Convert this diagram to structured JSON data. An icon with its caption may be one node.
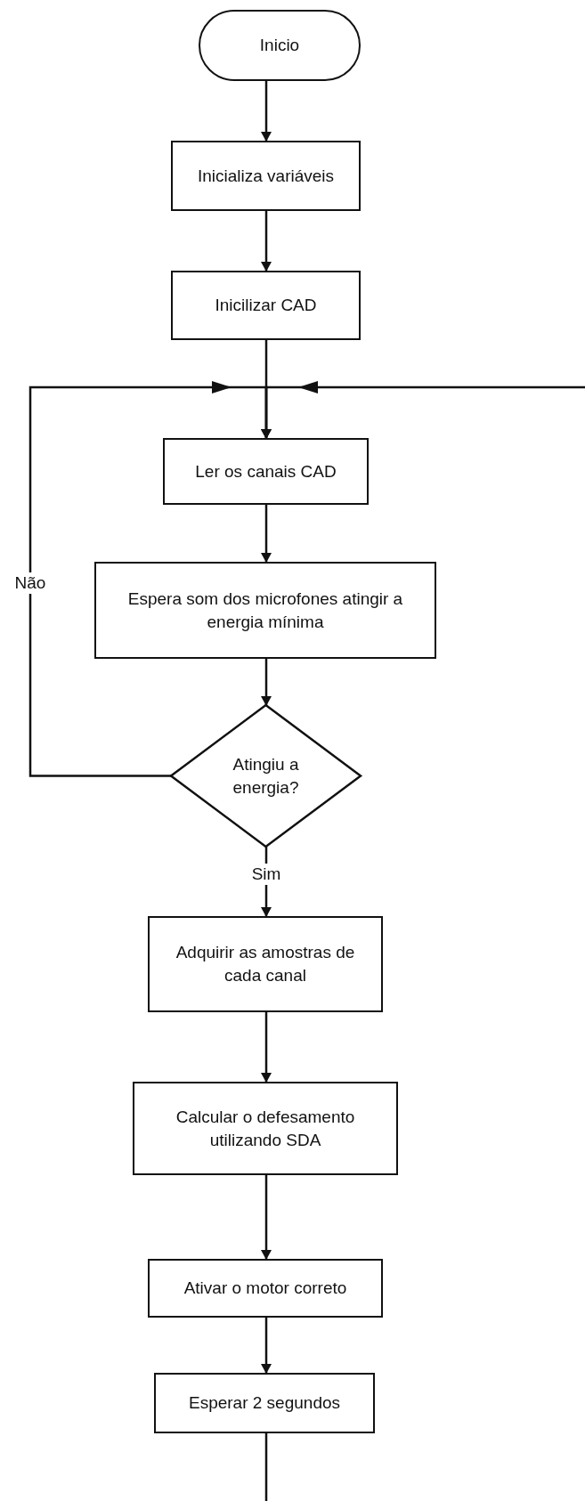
{
  "diagram": {
    "nodes": [
      {
        "text": [
          "Inicio"
        ]
      },
      {
        "text": [
          "Inicializa variáveis"
        ]
      },
      {
        "text": [
          "Inicilizar CAD"
        ]
      },
      {
        "text": [
          "Ler os canais CAD"
        ]
      },
      {
        "text": [
          "Espera som dos microfones atingir a energia mínima"
        ]
      },
      {
        "text": [
          "Atingiu a energia?"
        ]
      },
      {
        "text": [
          "Adquirir as amostras de cada canal"
        ]
      },
      {
        "text": [
          "Calcular o defesamento utilizando SDA"
        ]
      },
      {
        "text": [
          "Ativar o motor correto"
        ]
      },
      {
        "text": [
          "Esperar 2 segundos"
        ]
      }
    ],
    "edges": [
      {
        "from": 0,
        "to": 1,
        "arrow": "to"
      },
      {
        "from": 1,
        "to": 2,
        "arrow": "to"
      },
      {
        "from": 2,
        "to": 3,
        "arrow": "to"
      },
      {
        "from": 3,
        "to": 4,
        "arrow": "to"
      },
      {
        "from": 4,
        "to": 5,
        "arrow": "to"
      },
      {
        "from": 5,
        "to": 3,
        "arrow": "to",
        "label": "Não"
      },
      {
        "from": 5,
        "to": 6,
        "arrow": "to",
        "label": "Sim"
      },
      {
        "from": 6,
        "to": 7,
        "arrow": "to"
      },
      {
        "from": 7,
        "to": 8,
        "arrow": "to"
      },
      {
        "from": 8,
        "to": 9,
        "arrow": "to"
      },
      {
        "from": 9,
        "to": 3,
        "arrow": "to"
      }
    ]
  }
}
